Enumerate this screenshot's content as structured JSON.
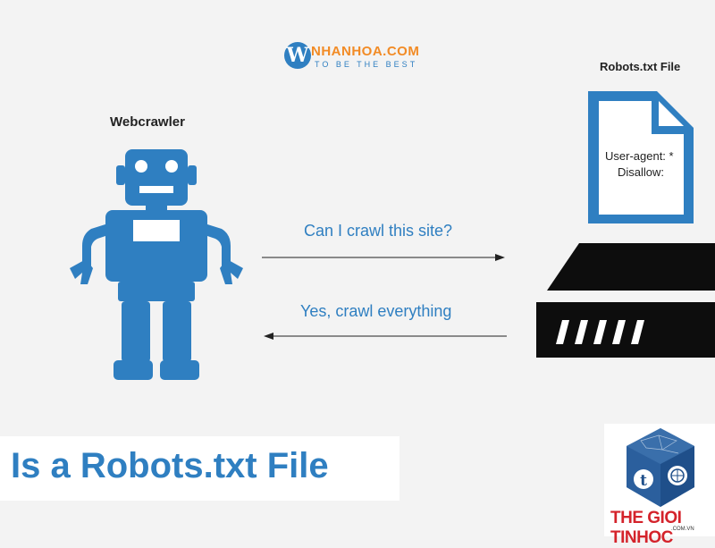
{
  "logo": {
    "initial": "W",
    "name": "NHANHOA.COM",
    "tagline": "TO BE THE BEST"
  },
  "crawler": {
    "label": "Webcrawler"
  },
  "file": {
    "label": "Robots.txt File",
    "line1": "User-agent: *",
    "line2": "Disallow:"
  },
  "messages": {
    "request": "Can I crawl this site?",
    "response": "Yes, crawl everything"
  },
  "headline": "Is a Robots.txt File",
  "brand": {
    "name": "THE GIOI TINHOC",
    "domain": ".COM.VN"
  },
  "colors": {
    "accent": "#2f7fc1",
    "robot": "#2f7fc1",
    "server": "#0d0d0d",
    "brand_red": "#d4232b",
    "logo_orange": "#f28b25"
  }
}
